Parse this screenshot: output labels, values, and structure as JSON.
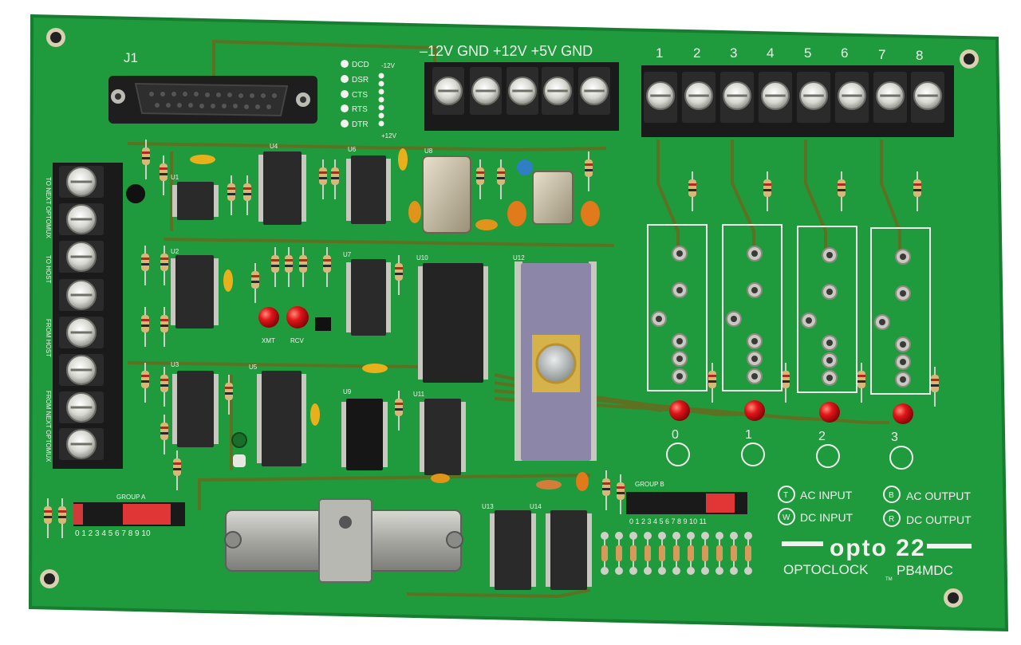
{
  "board": {
    "connector_label": "J1",
    "power_labels": "–12V GND +12V +5V GND",
    "channel_numbers": [
      "1",
      "2",
      "3",
      "4",
      "5",
      "6",
      "7",
      "8"
    ],
    "serial_signals": [
      "DCD",
      "DSR",
      "CTS",
      "RTS",
      "DTR"
    ],
    "serial_voltages": [
      "-12V",
      "+12V"
    ],
    "side_labels": [
      "TO NEXT OPTOMUX",
      "TO HOST",
      "FROM HOST",
      "FROM NEXT OPTOMUX"
    ],
    "ic_labels": [
      "U1",
      "U2",
      "U3",
      "U4",
      "U5",
      "U6",
      "U7",
      "U8",
      "U9",
      "U10",
      "U11",
      "U12",
      "U13",
      "U14"
    ],
    "led_labels": [
      "XMT",
      "RCV"
    ],
    "module_numbers": [
      "0",
      "1",
      "2",
      "3"
    ],
    "group_a_label": "GROUP A",
    "group_a_digits": "0 1 2 3 4 5 6 7 8 9 10",
    "group_b_label": "GROUP B",
    "group_b_digits": "0 1 2 3 4 5 6 7 8 9 10 11",
    "legend": [
      {
        "symbol": "T",
        "text": "AC INPUT"
      },
      {
        "symbol": "W",
        "text": "DC INPUT"
      },
      {
        "symbol": "B",
        "text": "AC OUTPUT"
      },
      {
        "symbol": "R",
        "text": "DC OUTPUT"
      }
    ],
    "brand": "opto 22",
    "product": "OPTOCLOCK",
    "trademark": "TM",
    "model": "PB4MDC",
    "colors": {
      "pcb": "#1f9a3c",
      "pcb_dark": "#157a2c",
      "trace": "#6a6a1e",
      "silkscreen": "#f2f2ee",
      "terminal_block": "#1a1a1a",
      "led_red": "#e0161a",
      "eprom": "#8c86a8"
    }
  }
}
